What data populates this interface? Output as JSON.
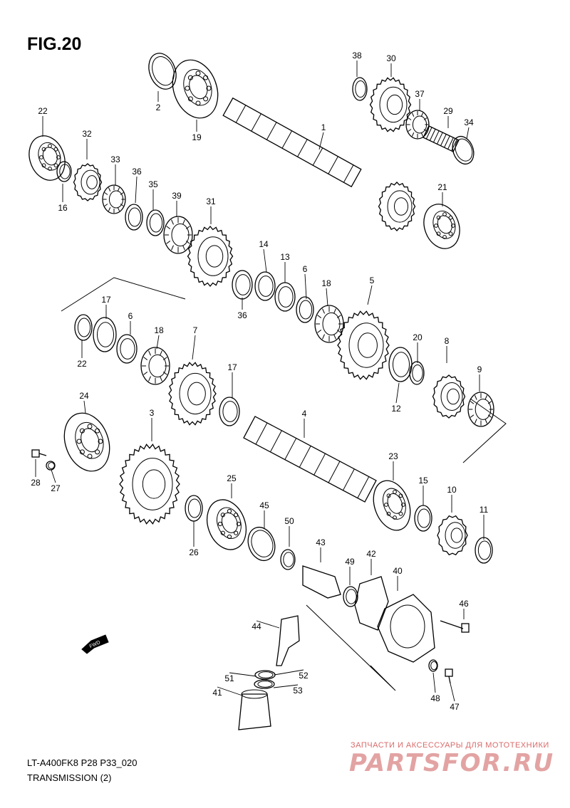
{
  "figure": {
    "title": "FIG.20"
  },
  "footer": {
    "code": "LT-A400FK8 P28 P33_020",
    "title": "TRANSMISSION (2)"
  },
  "watermark": {
    "small": "ЗАПЧАСТИ И АКСЕССУАРЫ ДЛЯ МОТОТЕХНИКИ",
    "big": "PARTSFOR.RU"
  },
  "fwd_label": "FWD",
  "callouts": [
    "1",
    "2",
    "3",
    "4",
    "5",
    "6",
    "6",
    "7",
    "8",
    "9",
    "10",
    "11",
    "12",
    "13",
    "14",
    "15",
    "16",
    "17",
    "17",
    "18",
    "18",
    "19",
    "20",
    "21",
    "22",
    "22",
    "23",
    "24",
    "25",
    "26",
    "27",
    "28",
    "29",
    "30",
    "31",
    "32",
    "33",
    "34",
    "35",
    "36",
    "36",
    "37",
    "38",
    "39",
    "40",
    "41",
    "42",
    "43",
    "44",
    "45",
    "46",
    "47",
    "48",
    "49",
    "50",
    "51",
    "52",
    "53"
  ]
}
